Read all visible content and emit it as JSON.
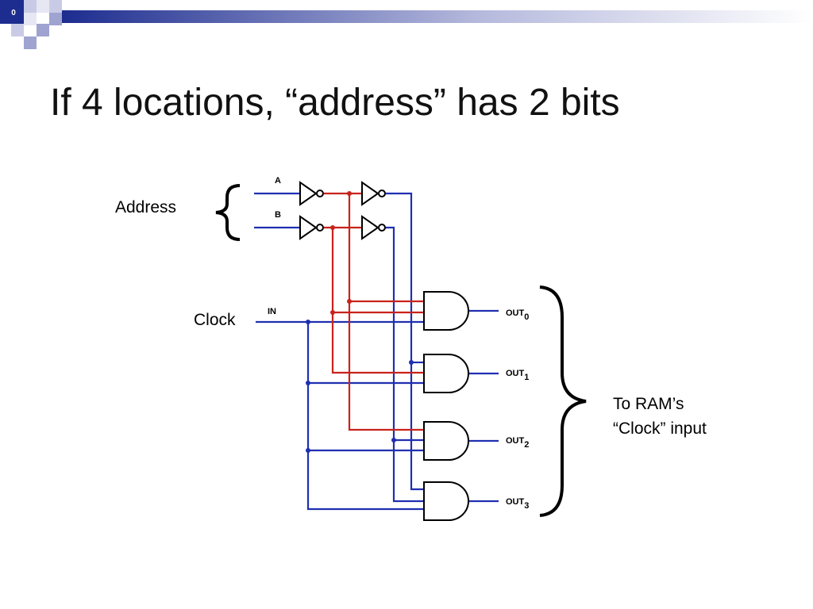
{
  "slide_number": "0",
  "title": {
    "text": "If 4 locations, “address” has 2 bits"
  },
  "labels": {
    "address": "Address",
    "clock": "Clock",
    "to_ram_line1": "To RAM’s",
    "to_ram_line2": "“Clock” input"
  },
  "circuit": {
    "input_a": "A",
    "input_b": "B",
    "input_in": "IN",
    "outputs": [
      {
        "name": "OUT",
        "sub": "0"
      },
      {
        "name": "OUT",
        "sub": "1"
      },
      {
        "name": "OUT",
        "sub": "2"
      },
      {
        "name": "OUT",
        "sub": "3"
      }
    ]
  },
  "colors": {
    "blue_wire": "#1f2fb0",
    "red_wire": "#c8231c",
    "theme": "#1d2d8f"
  }
}
